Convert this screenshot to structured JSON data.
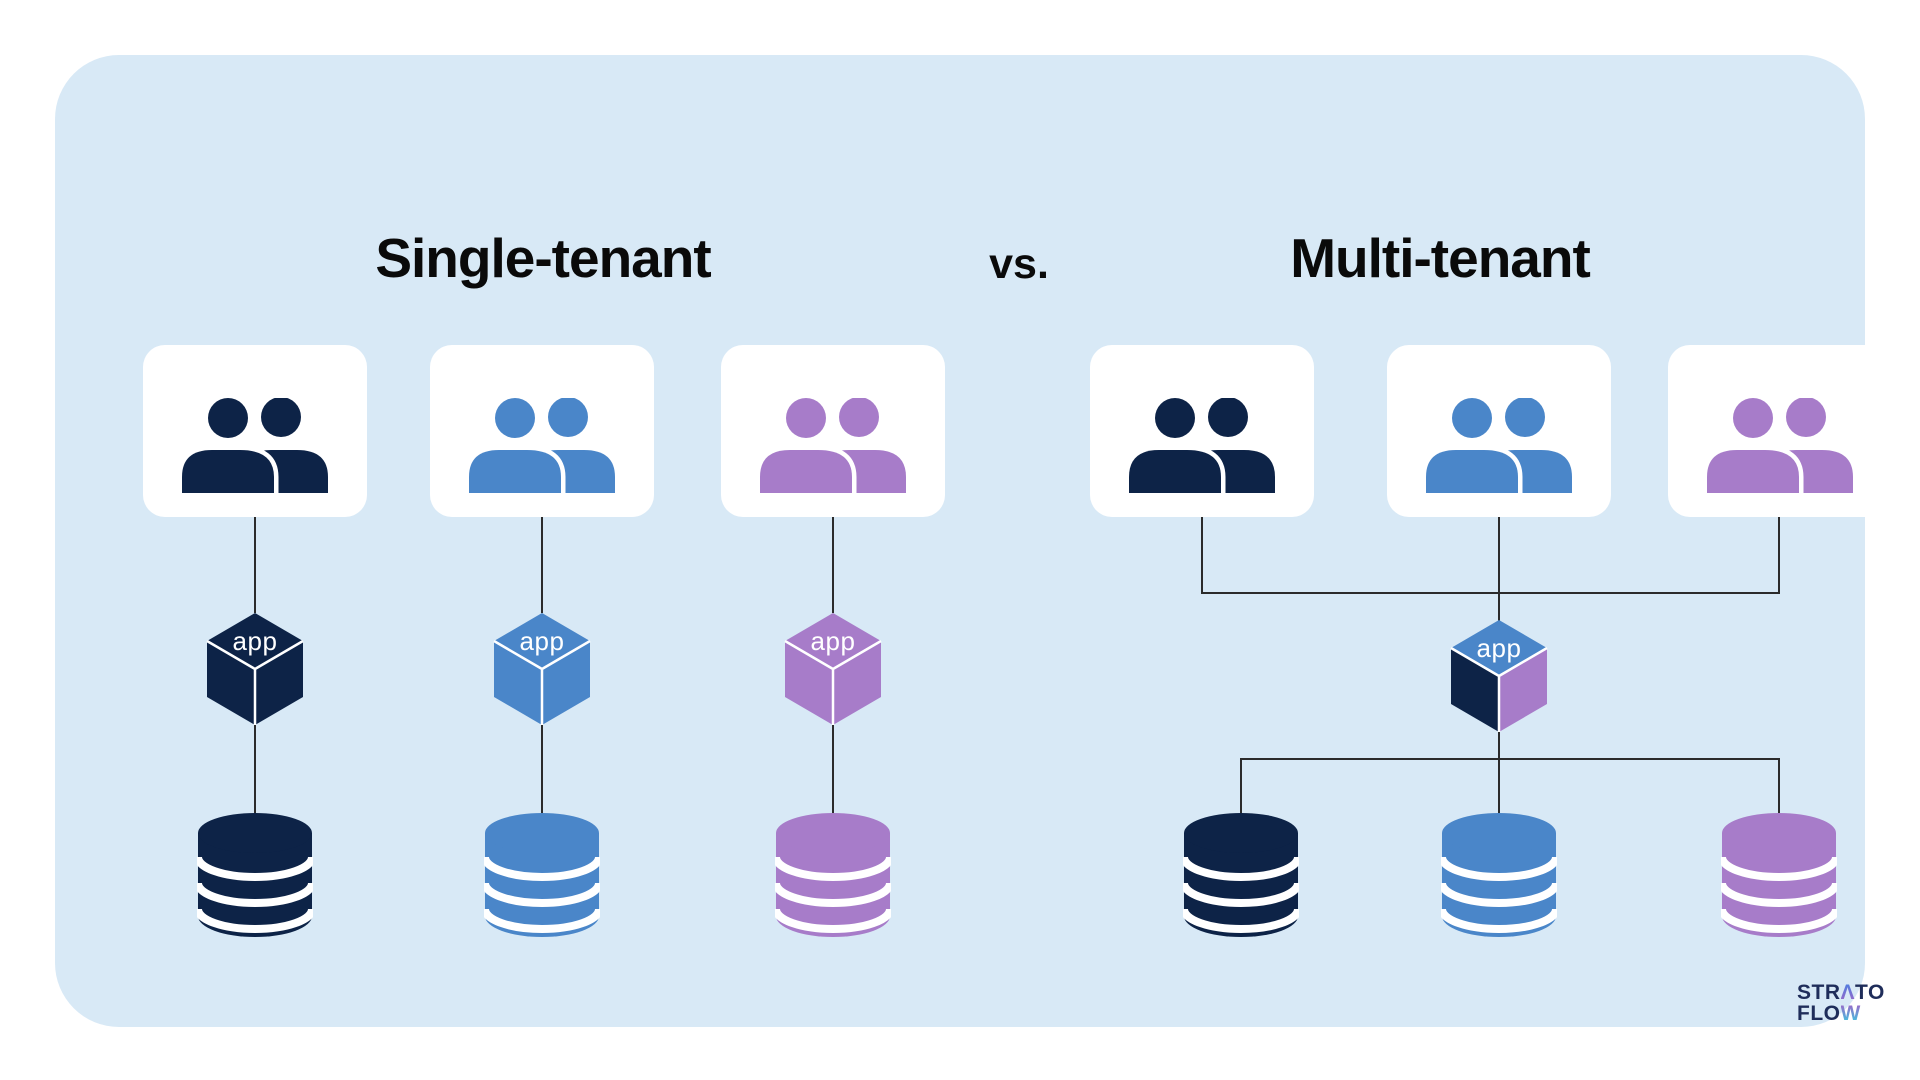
{
  "header": {
    "left_title": "Single-tenant",
    "separator": "vs.",
    "right_title": "Multi-tenant"
  },
  "cube_label": "app",
  "logo": {
    "line1": {
      "pre": "STR",
      "accent": "Λ",
      "post": "TO"
    },
    "line2": {
      "pre": "FLO",
      "accent": "W"
    }
  },
  "colors": {
    "panel_bg": "#D8E9F6",
    "card_bg": "#FFFFFF",
    "navy": "#0D2347",
    "blue": "#4A86C9",
    "purple": "#A77CC9",
    "connector": "#2B2B2B",
    "logo_navy": "#1F2D5A",
    "logo_gradient_blue": "#4C7EE0",
    "logo_gradient_purple": "#9A68C8",
    "logo_gradient_cyan": "#40C5E0"
  },
  "diagram": {
    "single_tenant": {
      "title": "Single-tenant",
      "columns": [
        {
          "tenant": "navy",
          "app": "app",
          "database": "navy"
        },
        {
          "tenant": "blue",
          "app": "app",
          "database": "blue"
        },
        {
          "tenant": "purple",
          "app": "app",
          "database": "purple"
        }
      ]
    },
    "multi_tenant": {
      "title": "Multi-tenant",
      "tenants": [
        "navy",
        "blue",
        "purple"
      ],
      "shared_app": {
        "label": "app",
        "faces": [
          "blue",
          "navy",
          "purple"
        ]
      },
      "databases": [
        "navy",
        "blue",
        "purple"
      ]
    }
  }
}
